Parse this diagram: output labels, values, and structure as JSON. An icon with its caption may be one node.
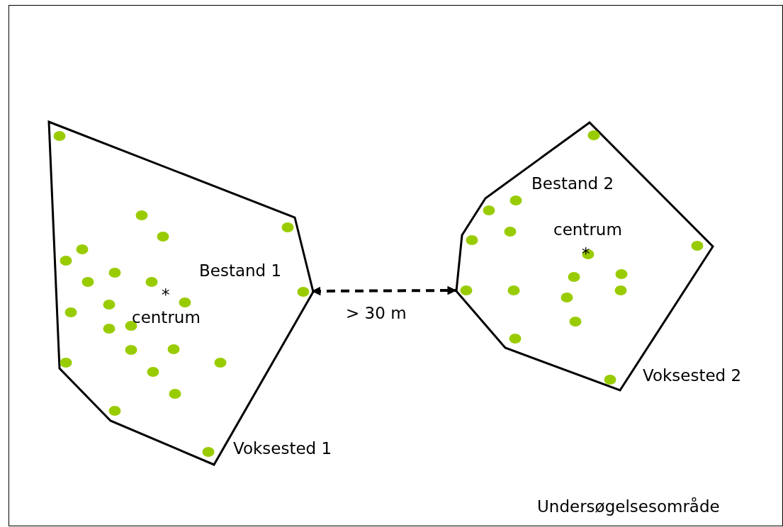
{
  "diagram": {
    "nodes": [
      {
        "text": [
          "Undersøgelsesområde"
        ]
      },
      {
        "text": [
          "Voksested 1"
        ],
        "in": 0
      },
      {
        "text": [
          "Voksested 2"
        ],
        "in": 0
      }
    ],
    "edges": [
      {
        "from": 1,
        "to": 2,
        "arrow": "both",
        "label": "> 30 m",
        "style": "dashed"
      }
    ],
    "labels": [
      "Bestand 1",
      "*",
      "centrum",
      "Bestand 2",
      "centrum",
      "*"
    ]
  }
}
